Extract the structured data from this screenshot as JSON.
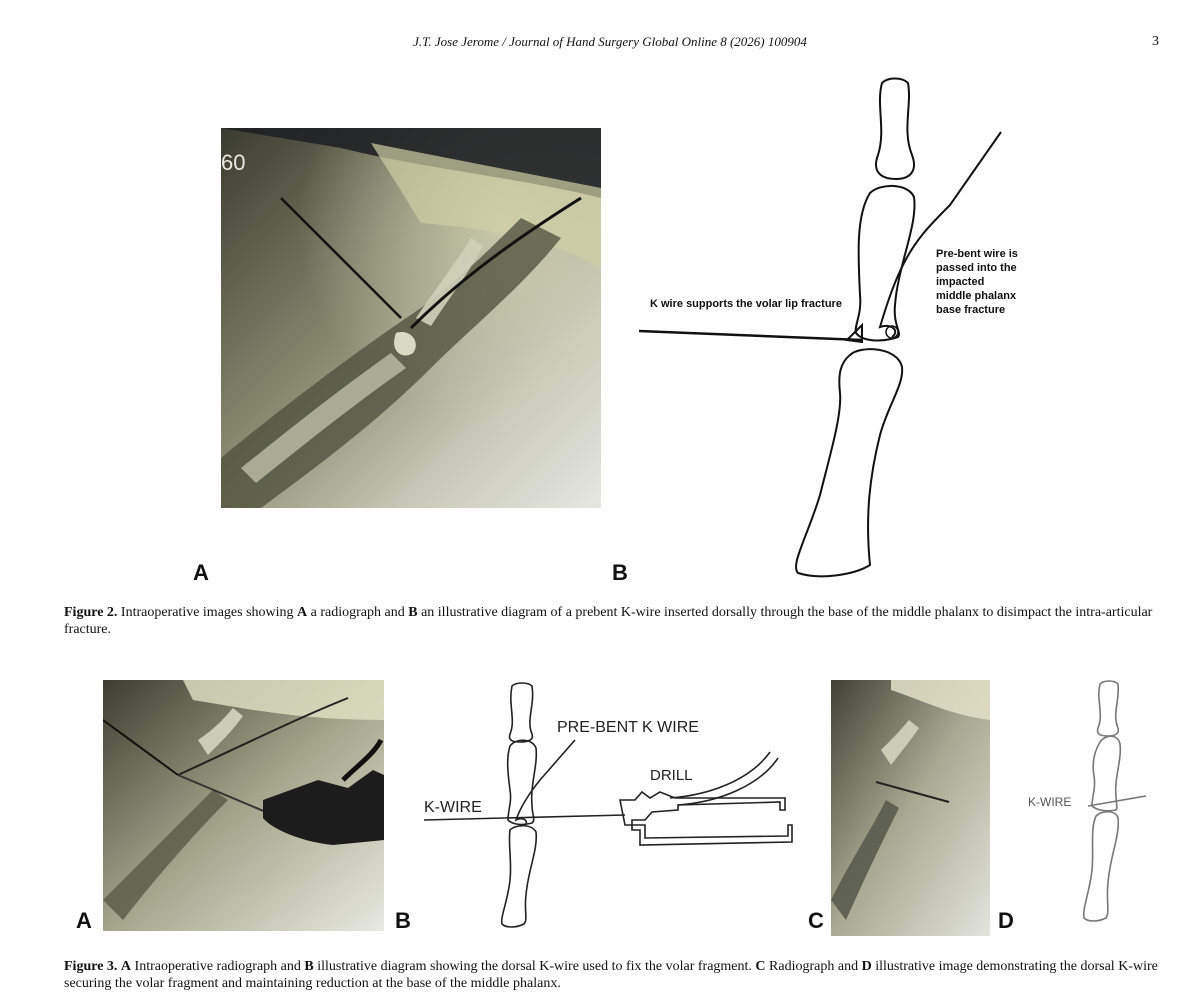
{
  "header": {
    "running_head": "J.T. Jose Jerome / Journal of Hand Surgery Global Online 8 (2026) 100904",
    "page_number": "3"
  },
  "figure2": {
    "panel_a_letter": "A",
    "panel_b_letter": "B",
    "xray_marker": "60",
    "label_kwire_support": "K wire supports the volar lip fracture",
    "label_prebent": [
      "Pre-bent wire is",
      "passed into the",
      "impacted",
      "middle phalanx",
      "base fracture"
    ],
    "caption_label": "Figure 2.",
    "caption_parts": {
      "a": "A",
      "t1": " a radiograph and ",
      "b": "B",
      "t2": " an illustrative diagram of a prebent K-wire inserted dorsally through the base of the middle phalanx to disimpact the intra-articular fracture.",
      "lead": " Intraoperative images showing "
    }
  },
  "figure3": {
    "panel_a_letter": "A",
    "panel_b_letter": "B",
    "panel_c_letter": "C",
    "panel_d_letter": "D",
    "label_prebent_kwire": "PRE-BENT K WIRE",
    "label_drill": "DRILL",
    "label_kwire_b": "K-WIRE",
    "label_kwire_d": "K-WIRE",
    "caption_label": "Figure 3.",
    "caption_parts": {
      "a": "A",
      "t1": " Intraoperative radiograph and ",
      "b": "B",
      "t2": " illustrative diagram showing the dorsal K-wire used to fix the volar fragment. ",
      "c": "C",
      "t3": " Radiograph and ",
      "d": "D",
      "t4": " illustrative image demonstrating the dorsal K-wire securing the volar fragment and maintaining reduction at the base of the middle phalanx."
    }
  }
}
